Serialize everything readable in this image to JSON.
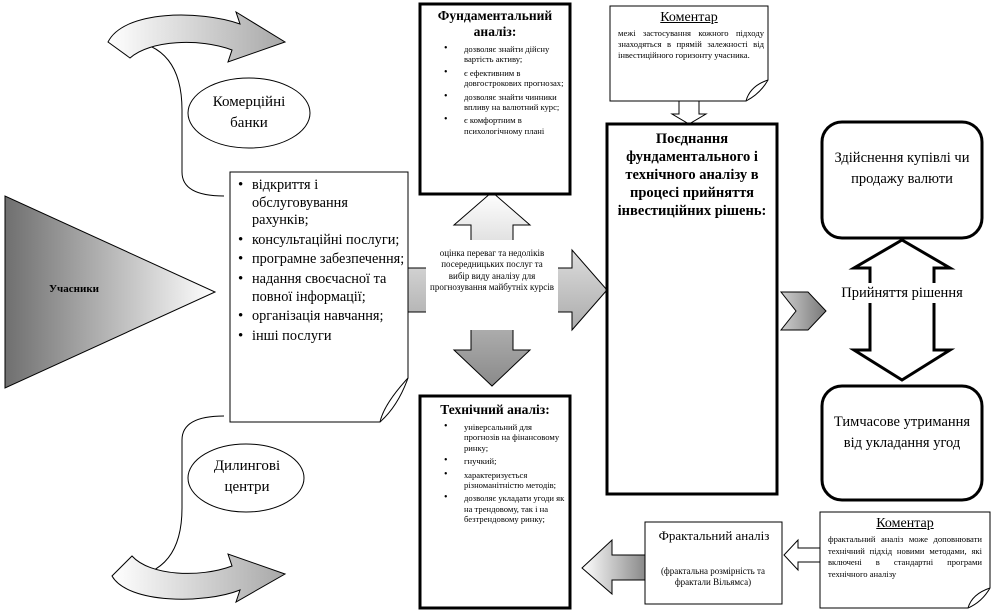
{
  "participants": {
    "label": "Учасники"
  },
  "banks": {
    "label": "Комерційні банки"
  },
  "dealing": {
    "label": "Дилингові центри"
  },
  "services": {
    "items": [
      "відкриття і обслуговування рахунків;",
      "консультаційні послуги;",
      "програмне забезпечення;",
      "надання своєчасної та повної інформації;",
      "організація навчання;",
      "інші послуги"
    ]
  },
  "fundamental": {
    "title": "Фундаментальний аналіз:",
    "items": [
      "дозволяє знайти дійсну вартість активу;",
      "є ефективним в довгострокових прогнозах;",
      "дозволяє знайти чинники впливу на валютний курс;",
      "є комфортним в психологічному плані"
    ]
  },
  "technical": {
    "title": "Технічний аналіз:",
    "items": [
      "універсальний для прогнозів на фінансовому ринку;",
      "гнучкий;",
      "характеризується різноманітністю методів;",
      "дозволяє укладати угоди як на трендовому, так і на безтрендовому ринку;"
    ]
  },
  "center_note": {
    "text": "оцінка переваг та недоліків посередницьких послуг та вибір виду аналізу для прогнозування майбутніх курсів"
  },
  "combination": {
    "text": "Поєднання фундаментального і технічного аналізу в процесі прийняття інвестиційних рішень:"
  },
  "comment1": {
    "title": "Коментар",
    "text": "межі застосування кожного підходу знаходяться в прямій залежності від інвестиційного горизонту учасника."
  },
  "comment2": {
    "title": "Коментар",
    "text": "фрактальний аналіз може доповнювати технічний підхід новими методами, які включені в стандартні програми технічного аналізу"
  },
  "fractal": {
    "title": "Фрактальний аналіз",
    "subtitle": "(фрактальна розмірність та фрактали Вільямса)"
  },
  "decision": {
    "text": "Прийняття рішення"
  },
  "buysell": {
    "text": "Здійснення купівлі чи продажу валюти"
  },
  "hold": {
    "text": "Тимчасове утримання від укладання угод"
  },
  "colors": {
    "line": "#000000",
    "arrow_light": "#ffffff",
    "arrow_dark": "#8a8a8a",
    "triangle_dark": "#7a7a7a"
  }
}
